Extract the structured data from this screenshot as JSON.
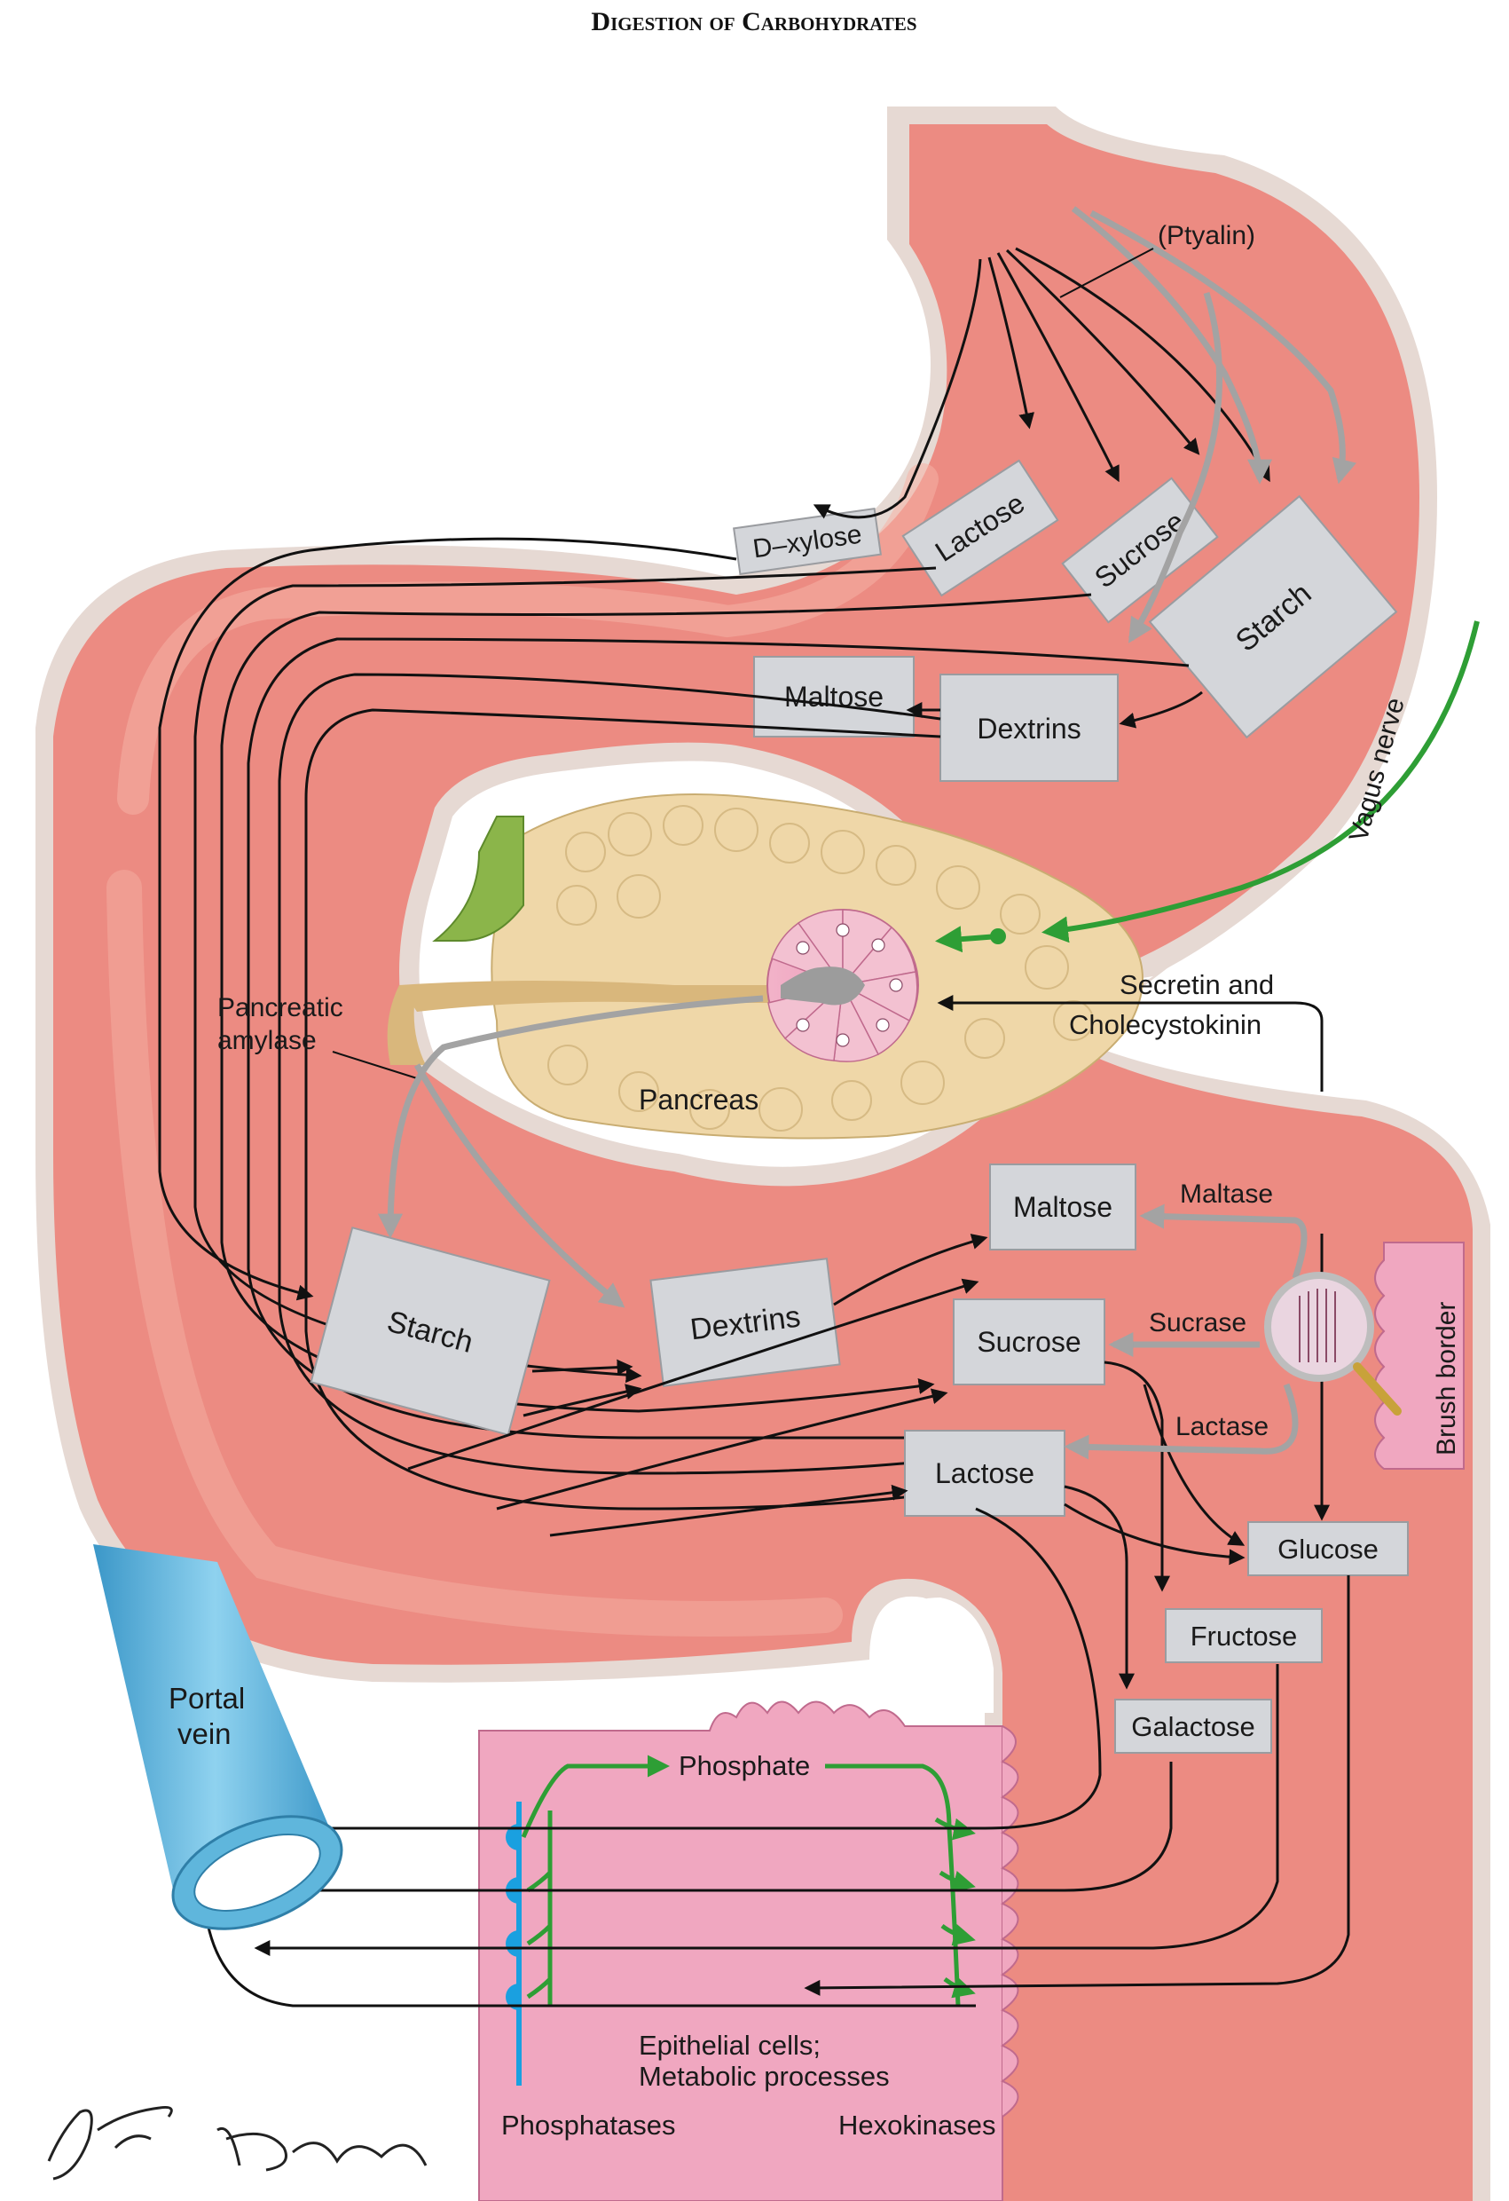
{
  "title": "Digestion of Carbohydrates",
  "stomach": {
    "ptyalin": "(Ptyalin)",
    "d_xylose": "D–xylose",
    "lactose": "Lactose",
    "sucrose": "Sucrose",
    "starch": "Starch",
    "maltose": "Maltose",
    "dextrins": "Dextrins"
  },
  "nerve": {
    "vagus": "Vagus nerve"
  },
  "pancreas": {
    "amylase_line1": "Pancreatic",
    "amylase_line2": "amylase",
    "name": "Pancreas",
    "hormone_line1": "Secretin and",
    "hormone_line2": "Cholecystokinin"
  },
  "intestine": {
    "starch": "Starch",
    "dextrins": "Dextrins",
    "maltose": "Maltose",
    "sucrose": "Sucrose",
    "lactose": "Lactose",
    "maltase": "Maltase",
    "sucrase": "Sucrase",
    "lactase": "Lactase",
    "brush_border": "Brush border",
    "glucose": "Glucose",
    "fructose": "Fructose",
    "galactose": "Galactose"
  },
  "absorption": {
    "portal_line1": "Portal",
    "portal_line2": "vein",
    "phosphate": "Phosphate",
    "epithelial_line1": "Epithelial cells;",
    "epithelial_line2": "Metabolic processes",
    "phosphatases": "Phosphatases",
    "hexokinases": "Hexokinases"
  },
  "signature": {
    "artist1": "F. Netter M.D.",
    "artist2": "DaVanzo CMI"
  },
  "colors": {
    "tissue": "#ec8b82",
    "tissue_light": "#f6b3a6",
    "wall": "#e6d9d3",
    "cell": "#f0a7c0",
    "pancreas": "#efd7a8",
    "vein": "#5fb6dc",
    "label_box": "#d4d6da",
    "green": "#2e9e35",
    "arrow_gray": "#a3a3a3",
    "arrow_black": "#111111"
  }
}
